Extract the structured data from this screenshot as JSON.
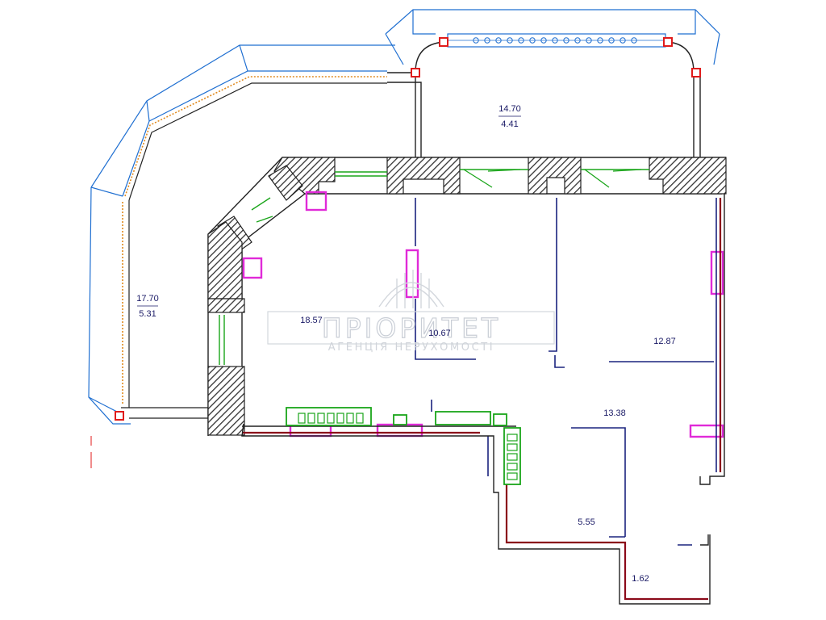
{
  "rooms": [
    {
      "id": "loggia-left",
      "area": "17.70",
      "sub_area": "5.31"
    },
    {
      "id": "balcony-top",
      "area": "14.70",
      "sub_area": "4.41"
    },
    {
      "id": "living-room",
      "area": "18.57"
    },
    {
      "id": "room-center",
      "area": "10.67"
    },
    {
      "id": "room-right",
      "area": "12.87"
    },
    {
      "id": "hall",
      "area": "13.38"
    },
    {
      "id": "corridor",
      "area": "5.55"
    },
    {
      "id": "bathroom",
      "area": "1.62"
    }
  ],
  "watermark": {
    "title": "ПРІОРИТЕТ",
    "subtitle": "АГЕНЦІЯ НЕРУХОМОСТІ",
    "icon": "city-skyline-icon"
  },
  "colors": {
    "wall_hatch": "#333333",
    "outline_blue": "#1f6fd1",
    "insulation_orange": "#e08a1e",
    "window_green": "#1aa51a",
    "radiator_magenta": "#e02ad8",
    "exterior_red": "#8b0a1a",
    "partition_navy": "#1a237e",
    "column_red": "#e01b1b"
  }
}
